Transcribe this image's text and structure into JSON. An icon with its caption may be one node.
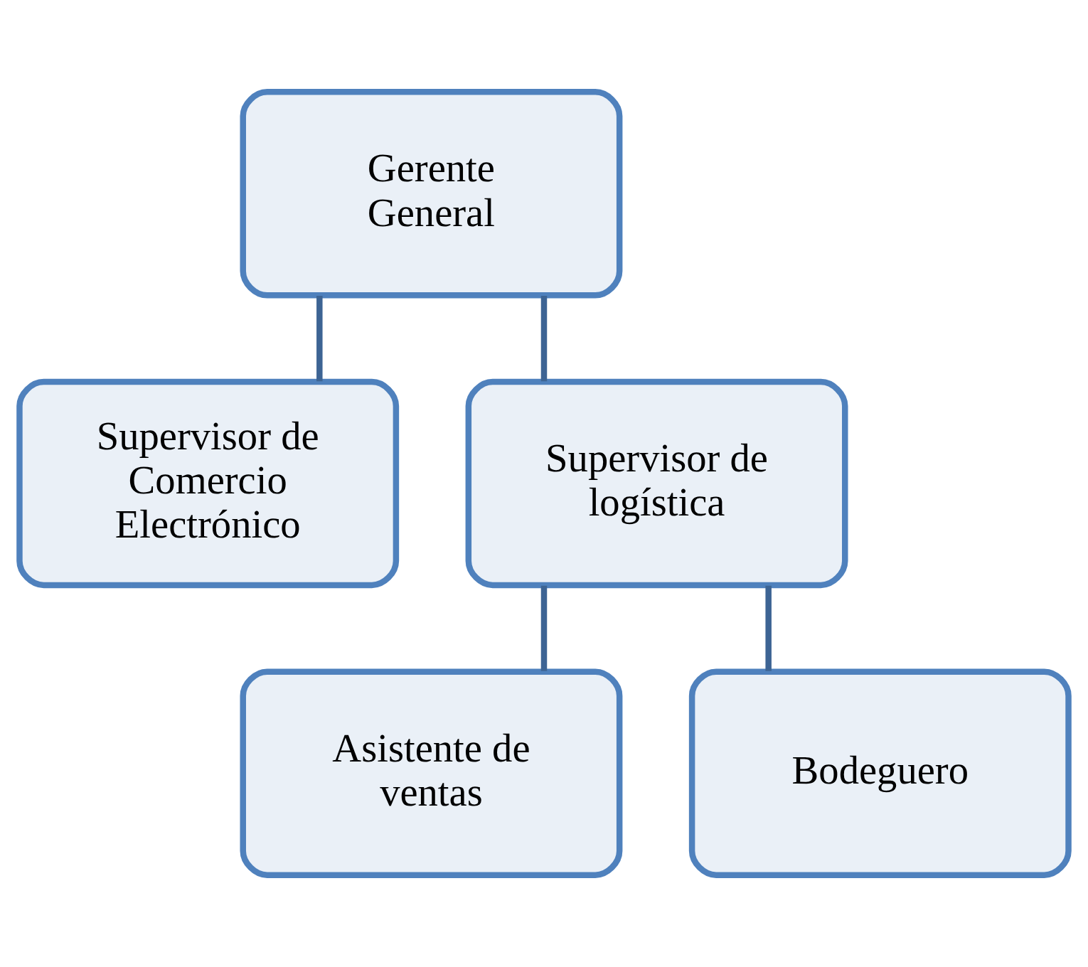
{
  "diagram": {
    "nodes": [
      {
        "text": [
          "Gerente General"
        ]
      },
      {
        "text": [
          "Supervisor de Comercio Electrónico"
        ]
      },
      {
        "text": [
          "Supervisor de logística"
        ]
      },
      {
        "text": [
          "Asistente de ventas"
        ]
      },
      {
        "text": [
          "Bodeguero"
        ]
      }
    ],
    "edges": [
      {
        "from": 0,
        "to": 1,
        "arrow": "none"
      },
      {
        "from": 0,
        "to": 2,
        "arrow": "none"
      },
      {
        "from": 2,
        "to": 3,
        "arrow": "none"
      },
      {
        "from": 2,
        "to": 4,
        "arrow": "none"
      }
    ]
  }
}
